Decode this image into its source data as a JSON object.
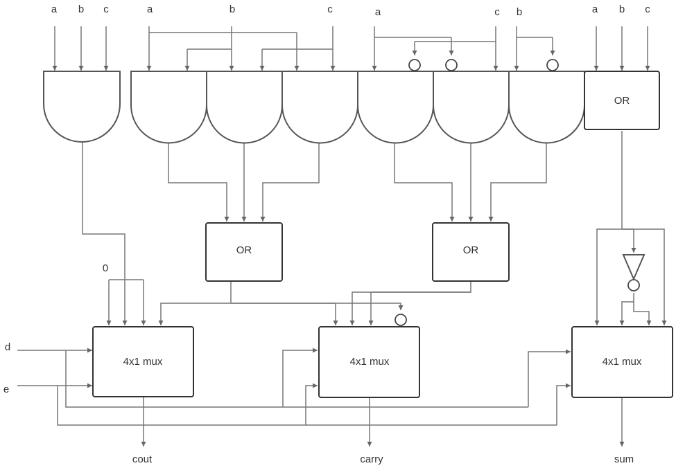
{
  "inputs": {
    "g1": [
      "a",
      "b",
      "c"
    ],
    "g2": [
      "a",
      "b",
      "c"
    ],
    "g3": [
      "a",
      "c",
      "b"
    ],
    "g4": [
      "a",
      "b",
      "c"
    ],
    "d": "d",
    "e": "e",
    "zero": "0"
  },
  "blocks": {
    "or_top": "OR",
    "or_left": "OR",
    "or_right": "OR",
    "mux_cout": "4x1 mux",
    "mux_carry": "4x1 mux",
    "mux_sum": "4x1 mux"
  },
  "outputs": {
    "cout": "cout",
    "carry": "carry",
    "sum": "sum"
  }
}
